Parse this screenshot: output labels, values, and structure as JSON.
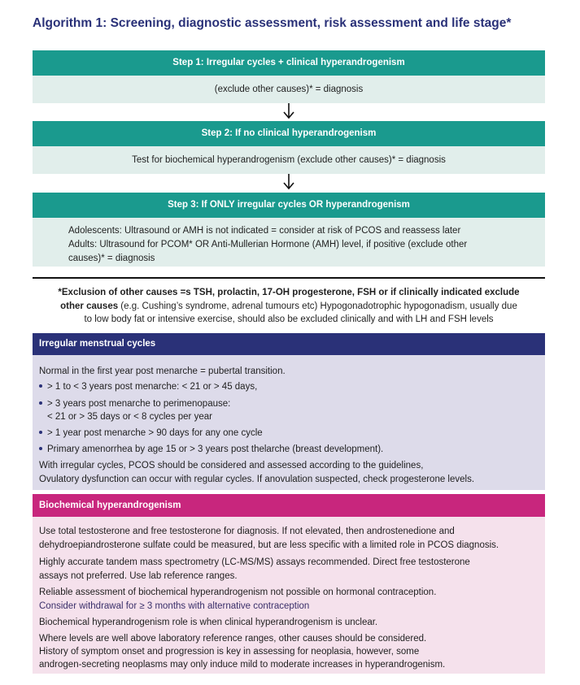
{
  "title": "Algorithm 1: Screening, diagnostic assessment, risk assessment and life stage*",
  "steps": [
    {
      "heading": "Step 1: Irregular cycles + clinical hyperandrogenism",
      "lines": [
        "(exclude other causes)* = diagnosis"
      ]
    },
    {
      "heading": "Step 2: If no clinical hyperandrogenism",
      "lines": [
        "Test for biochemical hyperandrogenism (exclude other causes)* = diagnosis"
      ]
    },
    {
      "heading": "Step 3: If ONLY irregular cycles OR hyperandrogenism",
      "lines": [
        "Adolescents: Ultrasound or AMH is not indicated = consider at risk of PCOS and reassess later",
        "Adults: Ultrasound for PCOM* OR Anti-Mullerian Hormone (AMH) level, if positive (exclude other",
        "causes)* = diagnosis"
      ]
    }
  ],
  "exclusion": {
    "bold_1": "*Exclusion of other causes =s TSH, prolactin, 17-OH progesterone, FSH or if clinically indicated exclude",
    "bold_2": "other causes",
    "rest_2": " (e.g. Cushing’s syndrome, adrenal tumours etc) Hypogonadotrophic hypogonadism, usually due",
    "line_3": "to low body fat or intensive exercise, should also be excluded clinically and with LH and FSH levels"
  },
  "irregular": {
    "heading": "Irregular menstrual cycles",
    "intro": "Normal in the first year post menarche = pubertal transition.",
    "bullet_1": "> 1 to < 3 years post menarche: < 21 or > 45 days,",
    "bullet_2a": "> 3 years post menarche to perimenopause:",
    "bullet_2b": "< 21 or > 35 days or < 8 cycles per year",
    "bullet_3": "> 1 year post menarche > 90 days for any one cycle",
    "bullet_4": "Primary amenorrhea by age 15 or > 3 years post thelarche (breast development).",
    "closing_1": "With irregular cycles, PCOS should be considered and assessed according to the guidelines,",
    "closing_2": "Ovulatory dysfunction can occur with regular cycles. If anovulation suspected, check progesterone levels."
  },
  "biochemical": {
    "heading": "Biochemical hyperandrogenism",
    "p1a": "Use total testosterone and free testosterone for diagnosis. If not elevated, then androstenedione and",
    "p1b": "dehydroepiandrosterone sulfate could be measured, but are less specific with a limited role in PCOS diagnosis.",
    "p2a": "Highly accurate tandem mass spectrometry (LC-MS/MS) assays recommended. Direct free testosterone",
    "p2b": "assays not preferred. Use lab reference ranges.",
    "p3a": "Reliable assessment of biochemical hyperandrogenism not possible on hormonal contraception.",
    "p3b": "Consider withdrawal for ≥ 3 months with alternative contraception",
    "p4": "Biochemical hyperandrogenism role is when clinical hyperandrogenism is unclear.",
    "p5a": "Where levels are well above laboratory reference ranges, other causes should be considered.",
    "p5b": "History of symptom onset and progression is key in assessing for neoplasia, however, some",
    "p5c": "androgen-secreting neoplasms may only induce mild to moderate increases in hyperandrogenism."
  },
  "colors": {
    "teal": "#1a9a8e",
    "teal_light": "#e1eeeb",
    "navy": "#2a3178",
    "lavender": "#dddbea",
    "magenta": "#c8267d",
    "pink_light": "#f5e1ec"
  }
}
